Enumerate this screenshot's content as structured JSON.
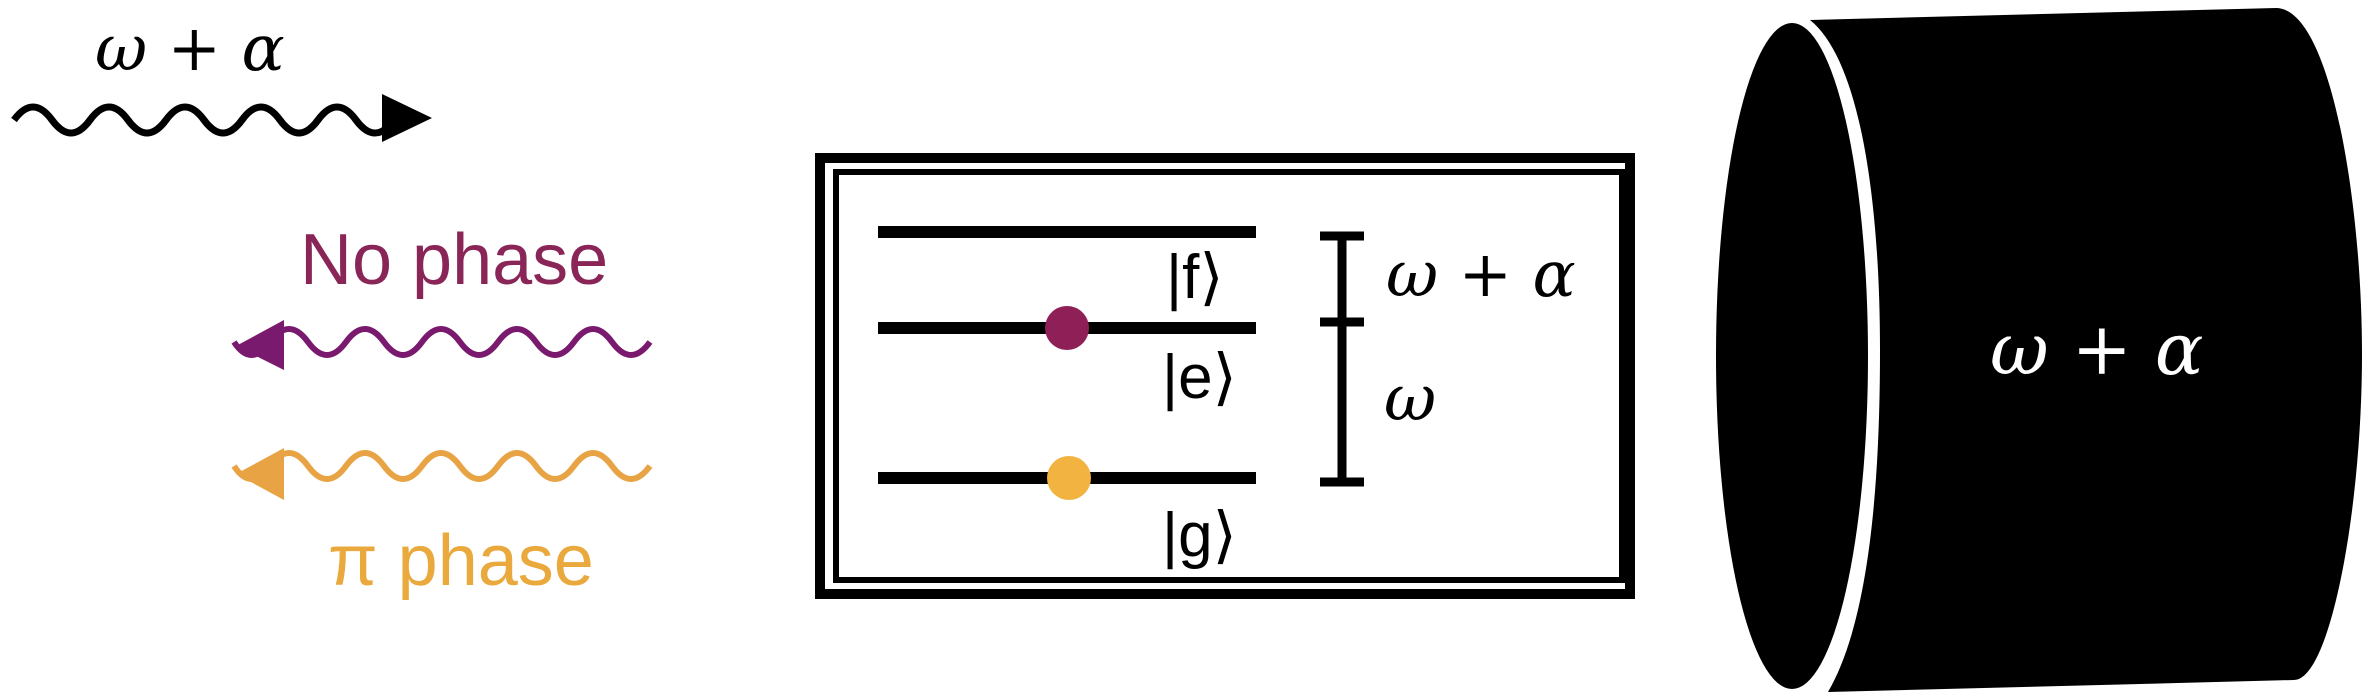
{
  "incoming_wave": {
    "label": "ω + α",
    "color": "#000000"
  },
  "reflected_waves": [
    {
      "label": "No phase",
      "color": "#7a1a6e",
      "text_color": "#8a2558"
    },
    {
      "label": "π phase",
      "color": "#e8a444",
      "text_color": "#eaa93c"
    }
  ],
  "atom": {
    "levels": [
      {
        "label": "|f⟩"
      },
      {
        "label": "|e⟩",
        "dot_color": "#8e1f57"
      },
      {
        "label": "|g⟩",
        "dot_color": "#f2b340"
      }
    ],
    "transitions": [
      {
        "label": "ω + α"
      },
      {
        "label": "ω"
      }
    ]
  },
  "cavity": {
    "label": "ω + α"
  }
}
